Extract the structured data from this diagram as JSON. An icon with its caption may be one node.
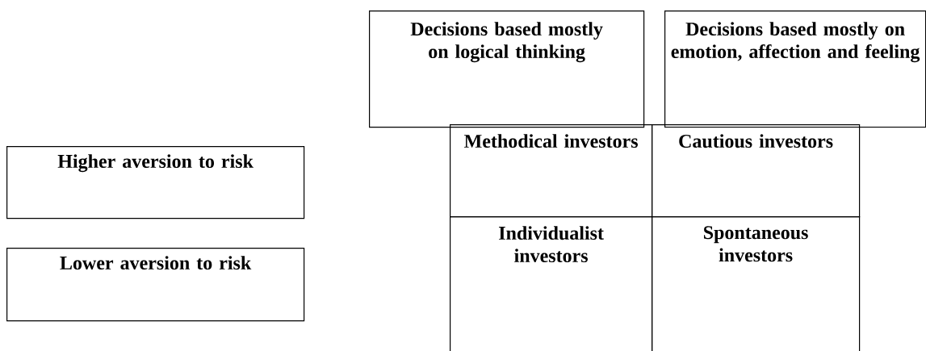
{
  "diagram": {
    "nodes": [
      {
        "text": [
          "Decisions based mostly on logical thinking"
        ]
      },
      {
        "text": [
          "Decisions based mostly on emotion, affection and feeling"
        ]
      },
      {
        "text": [
          "Higher aversion to risk"
        ]
      },
      {
        "text": [
          "Methodical investors"
        ]
      },
      {
        "text": [
          "Cautious investors"
        ]
      },
      {
        "text": [
          "Lower aversion to risk"
        ]
      },
      {
        "text": [
          "Individualist investors"
        ]
      },
      {
        "text": [
          "Spontaneous investors"
        ]
      }
    ]
  }
}
